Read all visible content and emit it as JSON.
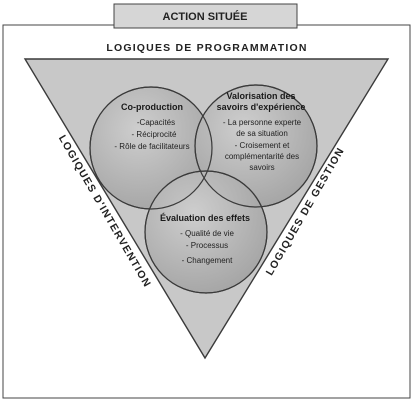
{
  "header": {
    "title": "ACTION SITUÉE"
  },
  "labels": {
    "top": "LOGIQUES DE PROGRAMMATION",
    "left": "LOGIQUES D'INTERVENTION",
    "right": "LOGIQUES DE GESTION"
  },
  "circles": {
    "coproduction": {
      "title": "Co-production",
      "items": [
        "-Capacités",
        "- Réciprocité",
        "- Rôle de facilitateurs"
      ]
    },
    "valorisation": {
      "title_line1": "Valorisation des",
      "title_line2": "savoirs d'expérience",
      "items": [
        "- La personne experte",
        "de sa situation",
        "- Croisement et",
        "complémentarité des",
        "savoirs"
      ]
    },
    "evaluation": {
      "title": "Évaluation des effets",
      "items": [
        "- Qualité de vie",
        "- Processus",
        "- Changement"
      ]
    }
  },
  "colors": {
    "triangle_fill": "#c8c8c8",
    "circle_fill": "#b4b4b4",
    "header_fill": "#d6d6d6",
    "stroke": "#3a3a3a"
  }
}
